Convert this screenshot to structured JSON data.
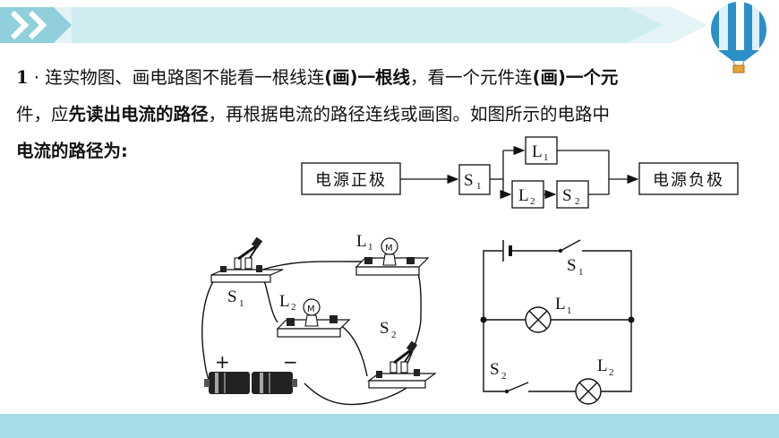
{
  "colors": {
    "banner_light": "#e3f3f6",
    "banner_mid": "#bfe6ec",
    "banner_dark": "#8fd0dc",
    "bottom_bar": "#a7dce6"
  },
  "question": {
    "number": "1",
    "sep": "·",
    "p1": "连实物图、画电路图不能看一根线连",
    "p2": "(画)",
    "p3": "一根线",
    "p4": "，看一个元件连",
    "p5": "(画)",
    "p6": "一个元",
    "p7": "件，应",
    "p8": "先读出电流的路径",
    "p9": "，再根据电流的路径连线或画图。如图所示的电路中",
    "p10": "电流的路径为:"
  },
  "flow": {
    "source_pos": "电源正极",
    "source_neg": "电源负极",
    "s1": "S",
    "s1_sub": "1",
    "l1": "L",
    "l1_sub": "1",
    "l2": "L",
    "l2_sub": "2",
    "s2": "S",
    "s2_sub": "2"
  },
  "physical": {
    "s1": "S",
    "s1_sub": "1",
    "l1": "L",
    "l1_sub": "1",
    "l2": "L",
    "l2_sub": "2",
    "s2": "S",
    "s2_sub": "2",
    "bulb_mark": "M",
    "plus": "+",
    "minus": "−"
  },
  "schematic": {
    "s1": "S",
    "s1_sub": "1",
    "l1": "L",
    "l1_sub": "1",
    "s2": "S",
    "s2_sub": "2",
    "l2": "L",
    "l2_sub": "2"
  }
}
